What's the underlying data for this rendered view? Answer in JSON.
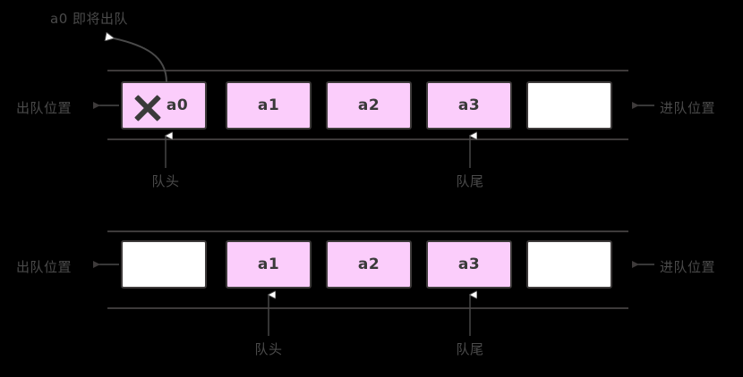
{
  "diagram": {
    "title_note": "a0 即将出队",
    "accent_fill": "#fbcdfb",
    "empty_fill": "#ffffff",
    "stroke": "#3d3a3a",
    "text_color": "#4a4a4a",
    "background": "#000000",
    "rows": [
      {
        "name": "before-dequeue",
        "left_label": "出队位置",
        "right_label": "进队位置",
        "head_label": "队头",
        "tail_label": "队尾",
        "cells": [
          {
            "label": "a0",
            "state": "filled",
            "crossed": true
          },
          {
            "label": "a1",
            "state": "filled",
            "crossed": false
          },
          {
            "label": "a2",
            "state": "filled",
            "crossed": false
          },
          {
            "label": "a3",
            "state": "filled",
            "crossed": false
          },
          {
            "label": "",
            "state": "empty",
            "crossed": false
          }
        ]
      },
      {
        "name": "after-dequeue",
        "left_label": "出队位置",
        "right_label": "进队位置",
        "head_label": "队头",
        "tail_label": "队尾",
        "cells": [
          {
            "label": "",
            "state": "empty",
            "crossed": false
          },
          {
            "label": "a1",
            "state": "filled",
            "crossed": false
          },
          {
            "label": "a2",
            "state": "filled",
            "crossed": false
          },
          {
            "label": "a3",
            "state": "filled",
            "crossed": false
          },
          {
            "label": "",
            "state": "empty",
            "crossed": false
          }
        ]
      }
    ]
  }
}
